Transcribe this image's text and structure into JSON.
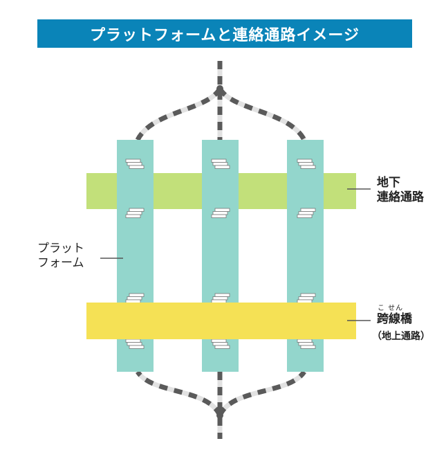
{
  "title": "プラットフォームと連絡通路イメージ",
  "colors": {
    "title_bg": "#0a84b8",
    "platform": "#93d6cc",
    "underground_passage": "#c2e07a",
    "footbridge": "#f5e155",
    "track_dark": "#5a5a5a",
    "track_light": "#e2e2e2"
  },
  "labels": {
    "platform": {
      "line1": "プラット",
      "line2": "フォーム"
    },
    "underground": {
      "line1": "地下",
      "line2": "連絡通路"
    },
    "footbridge": {
      "ruby": "こ せん",
      "main": "跨線橋",
      "sub": "（地上通路）"
    }
  },
  "platforms": [
    {
      "name": "platform-1",
      "stairs": 4
    },
    {
      "name": "platform-2",
      "stairs": 4
    },
    {
      "name": "platform-3",
      "stairs": 4
    }
  ]
}
